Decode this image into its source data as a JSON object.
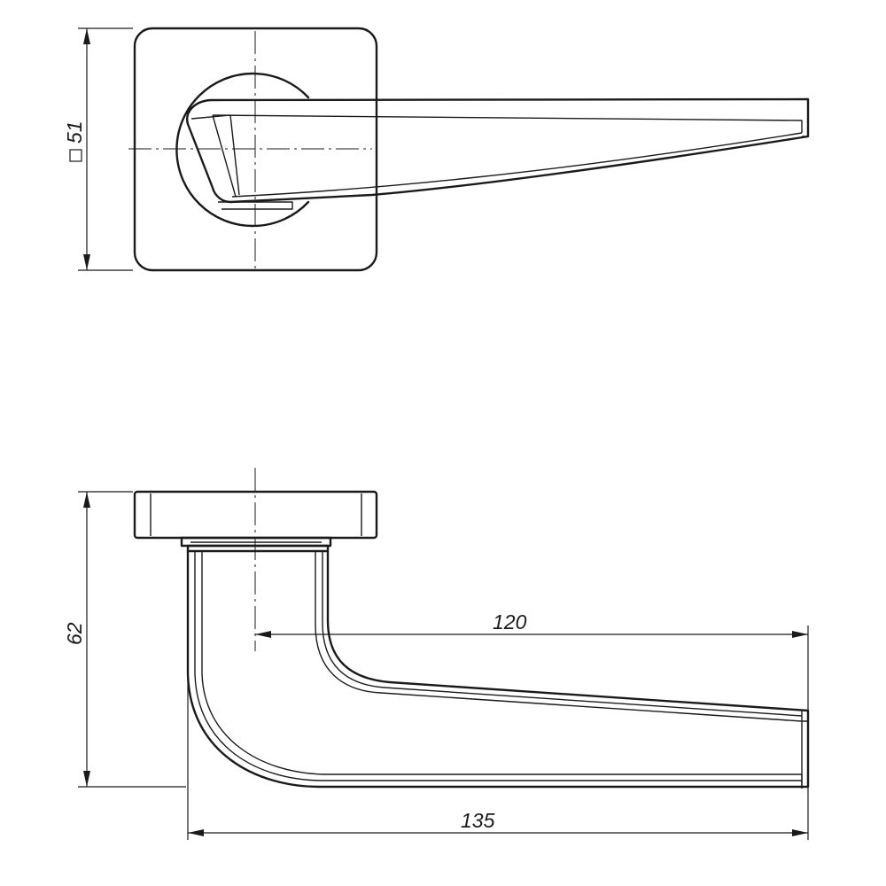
{
  "dimensions": {
    "rosette_square": {
      "symbol": "□",
      "value": "51"
    },
    "height": {
      "value": "62"
    },
    "reach": {
      "value": "120"
    },
    "overall_length": {
      "value": "135"
    }
  },
  "colors": {
    "line": "#1a1a1a",
    "background": "#ffffff"
  }
}
